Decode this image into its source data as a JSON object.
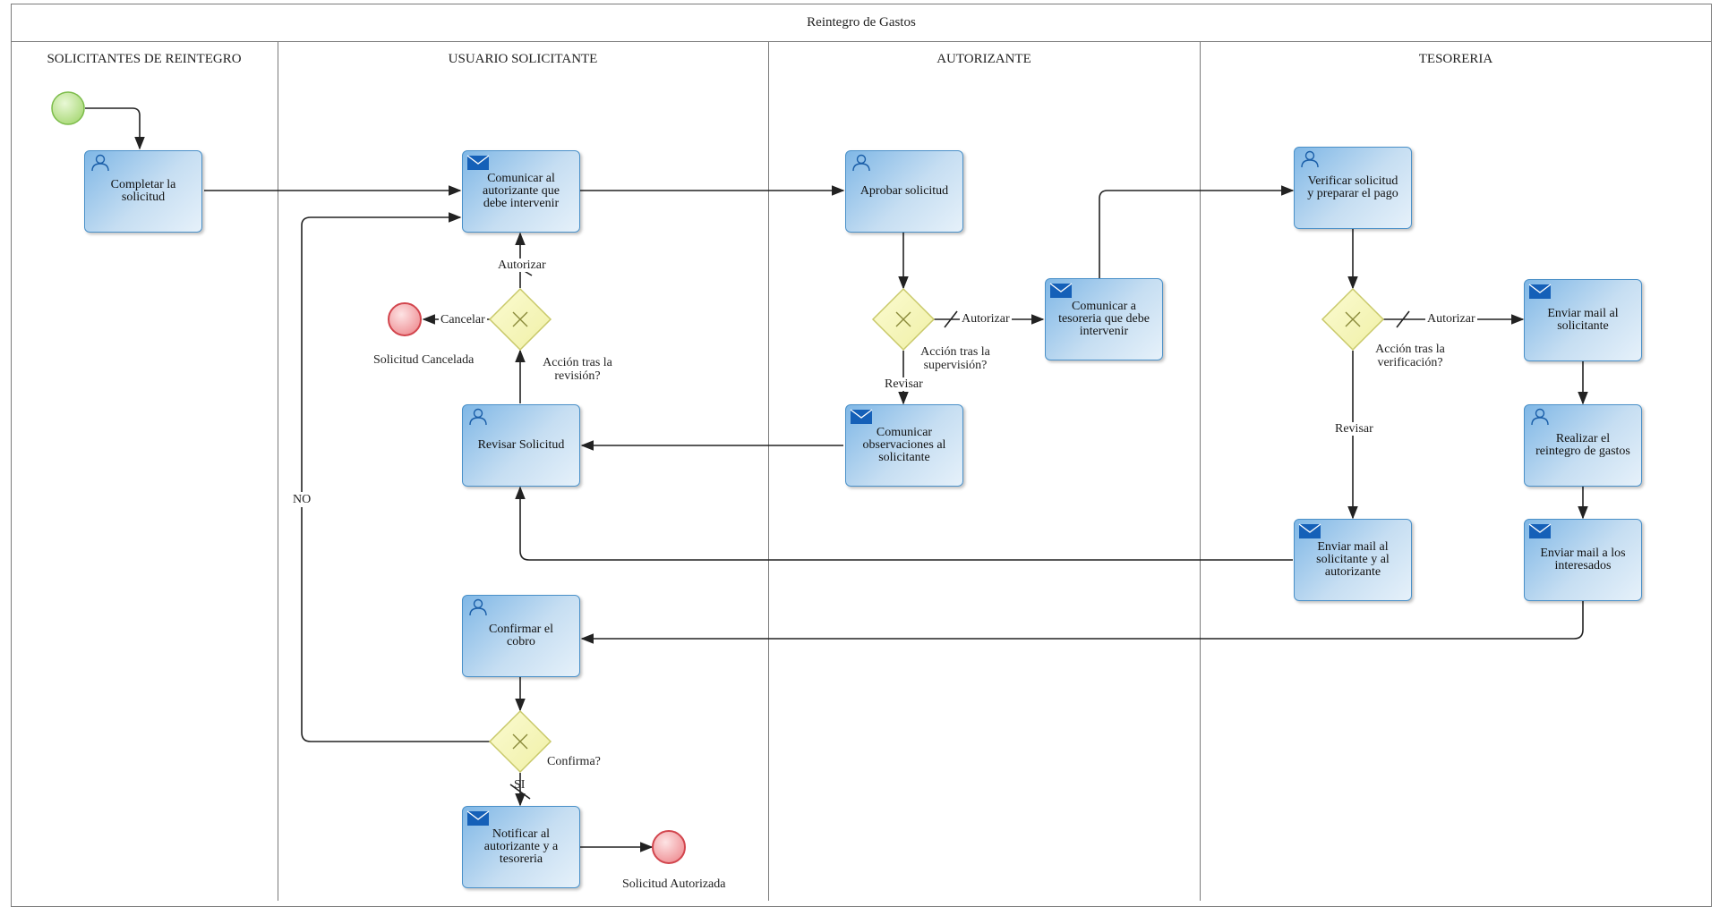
{
  "pool": {
    "title": "Reintegro de Gastos"
  },
  "lanes": [
    "SOLICITANTES DE REINTEGRO",
    "USUARIO SOLICITANTE",
    "AUTORIZANTE",
    "TESORERIA"
  ],
  "tasks": {
    "completar": {
      "label": "Completar la solicitud",
      "type": "user"
    },
    "comunicar_autorizante": {
      "label": "Comunicar al autorizante que debe intervenir",
      "type": "send"
    },
    "aprobar": {
      "label": "Aprobar solicitud",
      "type": "user"
    },
    "verificar": {
      "label": "Verificar solicitud y preparar el pago",
      "type": "user"
    },
    "comunicar_tesoreria": {
      "label": "Comunicar a tesoreria que debe intervenir",
      "type": "send"
    },
    "comunicar_observaciones": {
      "label": "Comunicar observaciones al solicitante",
      "type": "send"
    },
    "revisar": {
      "label": "Revisar Solicitud",
      "type": "user"
    },
    "enviar_mail_solicitante": {
      "label": "Enviar mail al solicitante",
      "type": "send"
    },
    "realizar_reintegro": {
      "label": "Realizar el reintegro de gastos",
      "type": "user"
    },
    "enviar_mail_sol_aut": {
      "label": "Enviar mail al solicitante y al autorizante",
      "type": "send"
    },
    "enviar_mail_interesados": {
      "label": "Enviar mail a los interesados",
      "type": "send"
    },
    "confirmar_cobro": {
      "label": "Confirmar el cobro",
      "type": "user"
    },
    "notificar": {
      "label": "Notificar al autorizante y a tesoreria",
      "type": "send"
    }
  },
  "gateways": {
    "revision": "Acción tras la revisión?",
    "supervision": "Acción tras la supervisión?",
    "verificacion": "Acción tras la verificación?",
    "confirma": "Confirma?"
  },
  "events": {
    "cancelada": "Solicitud Cancelada",
    "autorizada": "Solicitud Autorizada"
  },
  "flow_labels": {
    "autorizar": "Autorizar",
    "cancelar": "Cancelar",
    "revisar": "Revisar",
    "no": "NO",
    "si": "SI"
  },
  "colors": {
    "task_border": "#4a90c8",
    "start_event": "#b6e08a",
    "end_event": "#f2a3a6",
    "gateway": "#f6f6b8"
  }
}
